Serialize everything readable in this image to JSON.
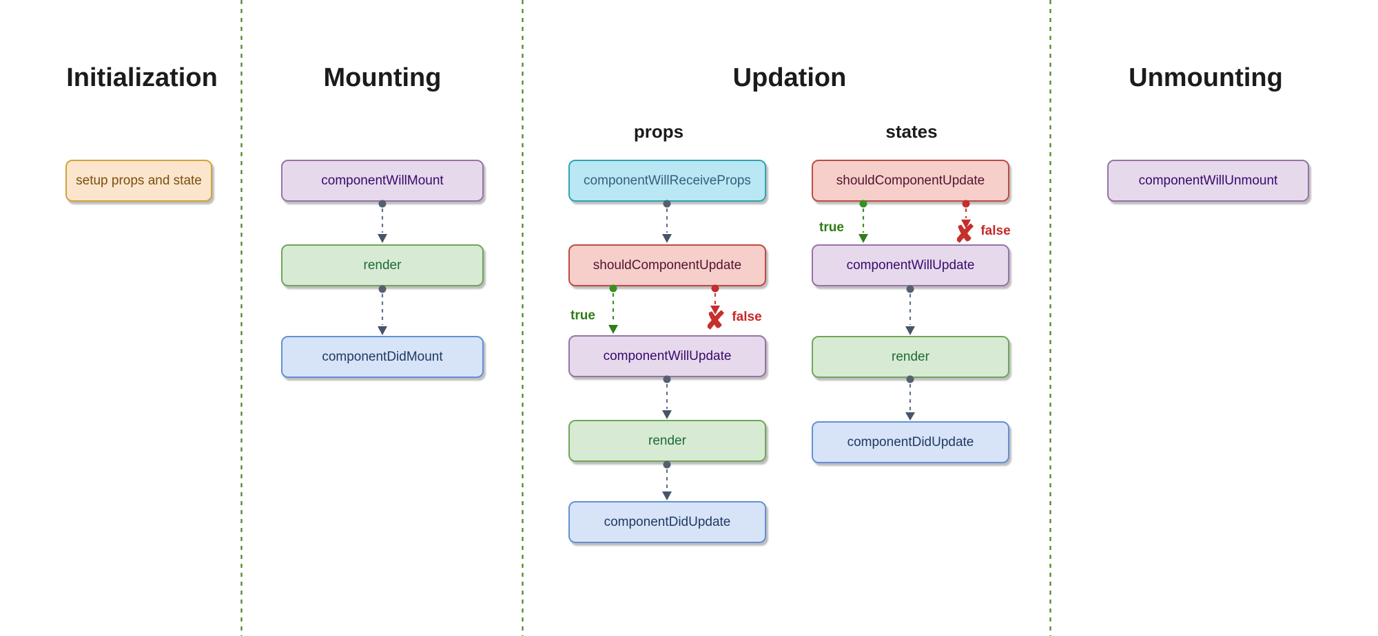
{
  "colors": {
    "background": "#ffffff",
    "divider_green": "#568c33",
    "connector_gray": "#64748b",
    "branch_true_green": "#2e7d14",
    "branch_false_red": "#c62828",
    "node_orange": {
      "fill": "#fbe5cd",
      "border": "#cfa33c",
      "text": "#7a4f0e"
    },
    "node_purple": {
      "fill": "#e6d9ec",
      "border": "#9673a6",
      "text": "#38096b"
    },
    "node_green": {
      "fill": "#d7ead3",
      "border": "#6fa65a",
      "text": "#1d6936"
    },
    "node_blue": {
      "fill": "#d7e4f7",
      "border": "#638fd6",
      "text": "#203864"
    },
    "node_cyan": {
      "fill": "#b9e7f3",
      "border": "#2fa3b3",
      "text": "#3a5c7e"
    },
    "node_red": {
      "fill": "#f6cfca",
      "border": "#bf4a41",
      "text": "#541230"
    }
  },
  "sections": {
    "initialization": {
      "title": "Initialization",
      "nodes": {
        "setup": "setup props and state"
      }
    },
    "mounting": {
      "title": "Mounting",
      "nodes": {
        "will_mount": "componentWillMount",
        "render": "render",
        "did_mount": "componentDidMount"
      }
    },
    "updation": {
      "title": "Updation",
      "props_column": {
        "label": "props",
        "nodes": {
          "will_receive_props": "componentWillReceiveProps",
          "should_update": "shouldComponentUpdate",
          "will_update": "componentWillUpdate",
          "render": "render",
          "did_update": "componentDidUpdate"
        }
      },
      "states_column": {
        "label": "states",
        "nodes": {
          "should_update": "shouldComponentUpdate",
          "will_update": "componentWillUpdate",
          "render": "render",
          "did_update": "componentDidUpdate"
        }
      },
      "branch_labels": {
        "true_label": "true",
        "false_label": "false",
        "false_mark": "✘"
      }
    },
    "unmounting": {
      "title": "Unmounting",
      "nodes": {
        "will_unmount": "componentWillUnmount"
      }
    }
  }
}
